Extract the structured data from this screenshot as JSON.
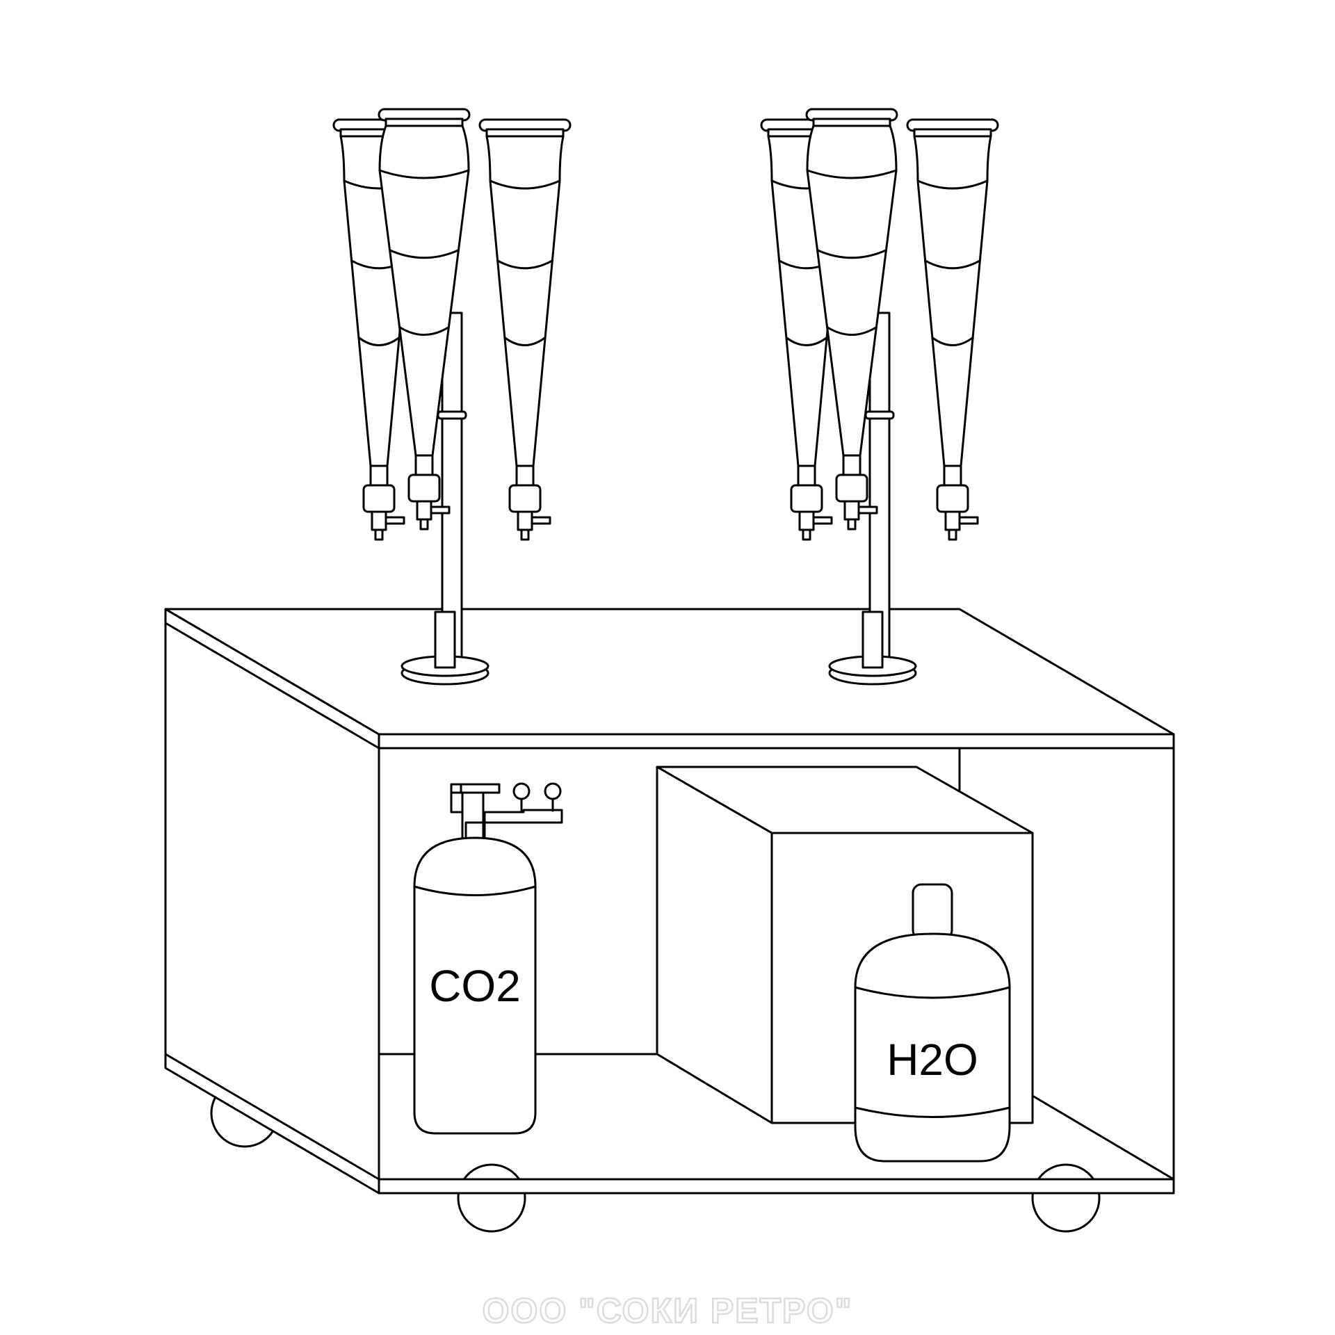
{
  "diagram": {
    "labels": {
      "co2_cylinder": "CO2",
      "water_bottle": "H2O"
    },
    "watermark": "ООО \"СОКИ РЕТРО\"",
    "colors": {
      "line": "#000000",
      "fill": "#ffffff",
      "watermark_outline": "#dcdcdc"
    }
  }
}
